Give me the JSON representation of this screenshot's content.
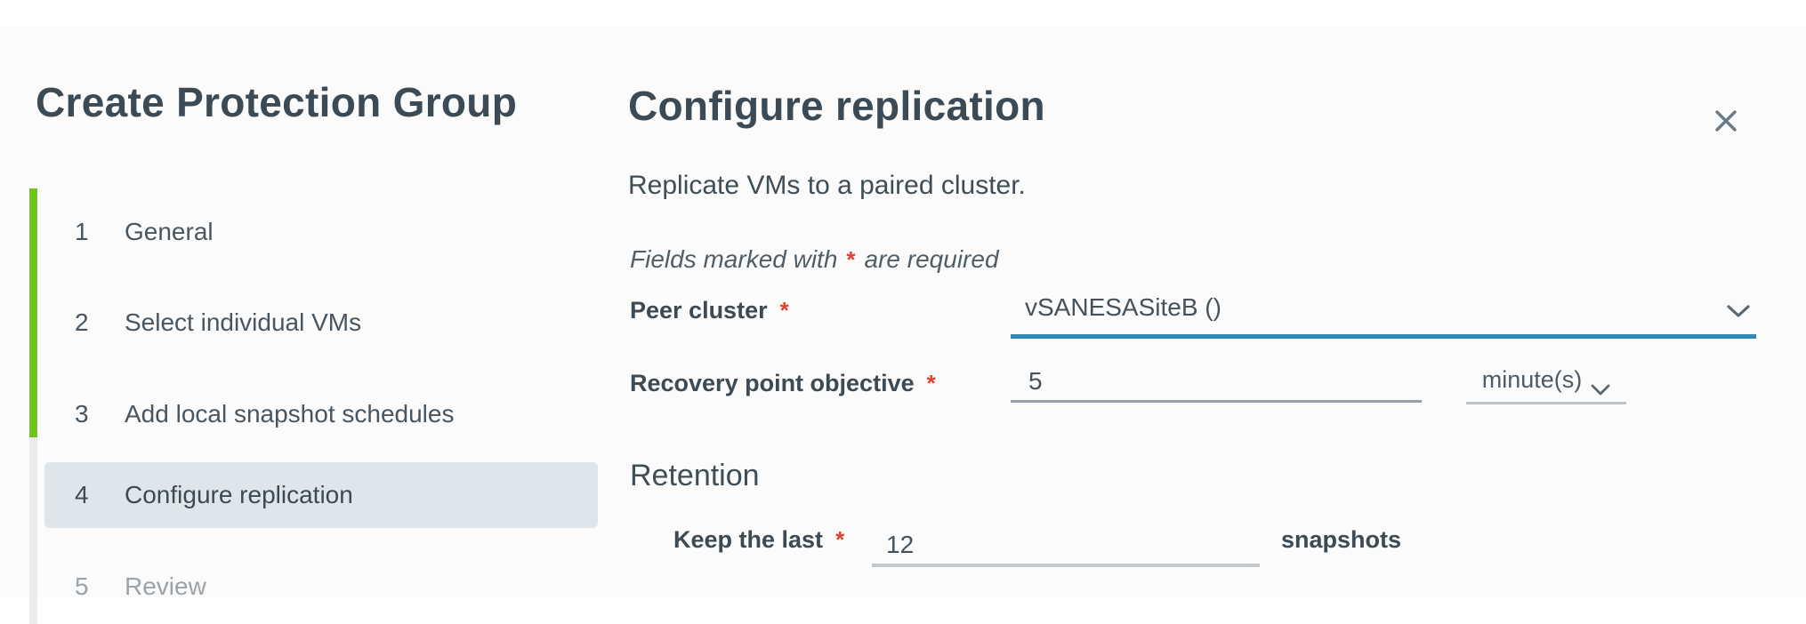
{
  "window": {
    "close_icon": "x-close"
  },
  "wizard": {
    "title": "Create Protection Group",
    "steps": [
      {
        "num": "1",
        "label": "General",
        "state": "done"
      },
      {
        "num": "2",
        "label": "Select individual VMs",
        "state": "done"
      },
      {
        "num": "3",
        "label": "Add local snapshot schedules",
        "state": "done"
      },
      {
        "num": "4",
        "label": "Configure replication",
        "state": "active"
      },
      {
        "num": "5",
        "label": "Review",
        "state": "disabled"
      }
    ]
  },
  "panel": {
    "title": "Configure replication",
    "subtitle": "Replicate VMs to a paired cluster.",
    "required_note": {
      "prefix": "Fields marked with",
      "asterisk": "*",
      "suffix": "are required"
    },
    "peer_cluster": {
      "label": "Peer cluster",
      "asterisk": "*",
      "value": "vSANESASiteB ()"
    },
    "rpo": {
      "label": "Recovery point objective",
      "asterisk": "*",
      "value": "5",
      "unit": "minute(s)"
    },
    "retention": {
      "heading": "Retention",
      "keep_label": "Keep the last",
      "asterisk": "*",
      "keep_value": "12",
      "suffix": "snapshots"
    }
  },
  "colors": {
    "progress_green": "#6dc41f",
    "track_gray": "#ececec",
    "active_step_bg": "#dee6ec",
    "focus_blue_underline": "#3287b9",
    "required_red": "#e5402e",
    "dialog_bg": "#fafbfa"
  }
}
